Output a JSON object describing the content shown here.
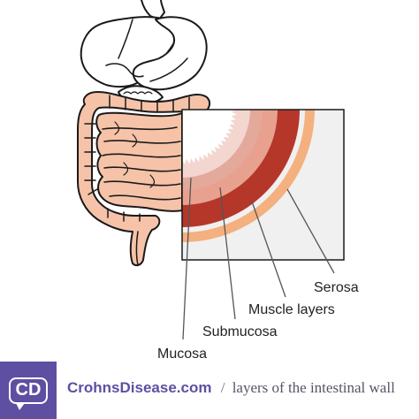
{
  "diagram": {
    "layer_labels": {
      "serosa": "Serosa",
      "muscle_layers": "Muscle layers",
      "submucosa": "Submucosa",
      "mucosa": "Mucosa"
    },
    "layer_colors": {
      "mucosa_light": "#f2d6cf",
      "mucosa": "#e3a99b",
      "submucosa": "#e8a18f",
      "muscle_layers": "#b5372a",
      "serosa": "#f4b07f",
      "lumen": "#ffffff",
      "inset_background": "#f0f0f0",
      "intestine_fill": "#f6c3a8",
      "outline": "#1a1a1a"
    }
  },
  "footer": {
    "logo_text": "CD",
    "brand": "CrohnsDisease.com",
    "separator": "/",
    "caption": "layers of the intestinal wall",
    "brand_color": "#5e4fa2"
  }
}
